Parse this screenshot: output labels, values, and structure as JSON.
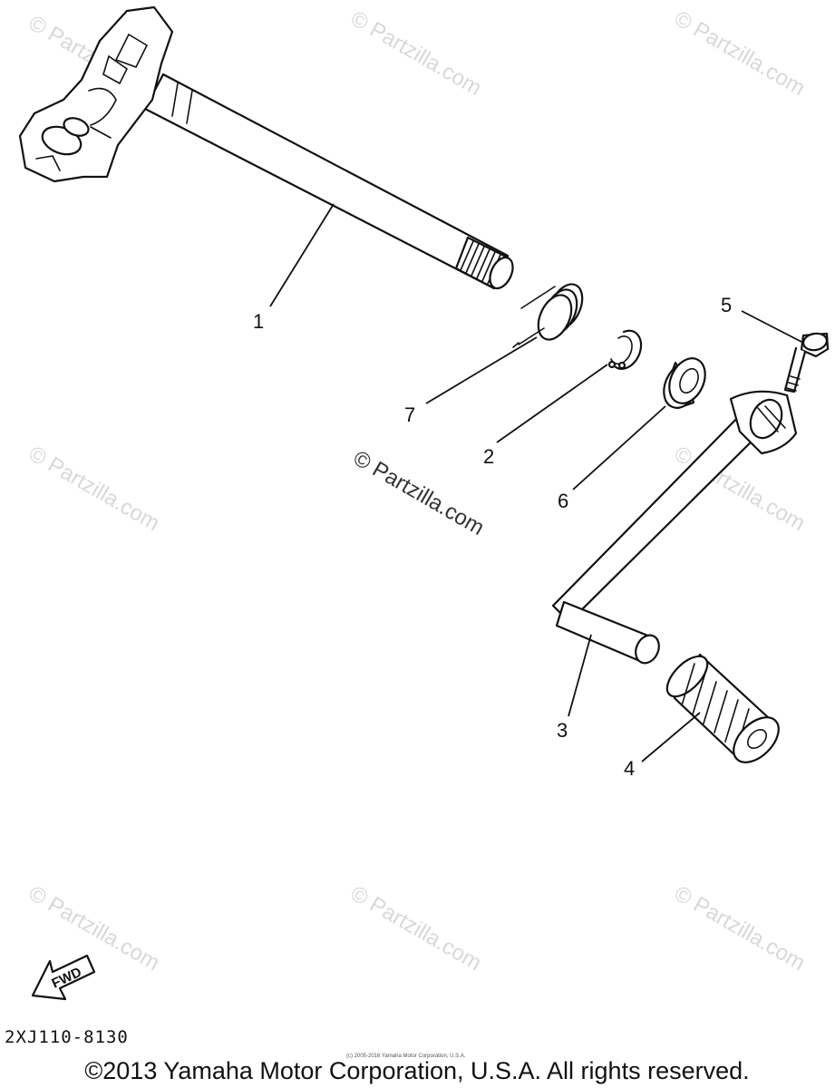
{
  "callouts": [
    {
      "label": "1"
    },
    {
      "label": "2"
    },
    {
      "label": "3"
    },
    {
      "label": "4"
    },
    {
      "label": "5"
    },
    {
      "label": "6"
    },
    {
      "label": "7"
    }
  ],
  "watermark": {
    "text": "© Partzilla.com",
    "center_text": "© Partzilla.com"
  },
  "fwd_label": "FWD",
  "diagram_code": "2XJ110-8130",
  "footer": {
    "copyright": "©2013 Yamaha Motor Corporation, U.S.A. All rights reserved.",
    "fine_print": "(c) 2005-2016 Yamaha Motor Corporation, U.S.A."
  },
  "colors": {
    "line": "#111111",
    "watermark": "#d8d8d8",
    "background": "#ffffff"
  }
}
